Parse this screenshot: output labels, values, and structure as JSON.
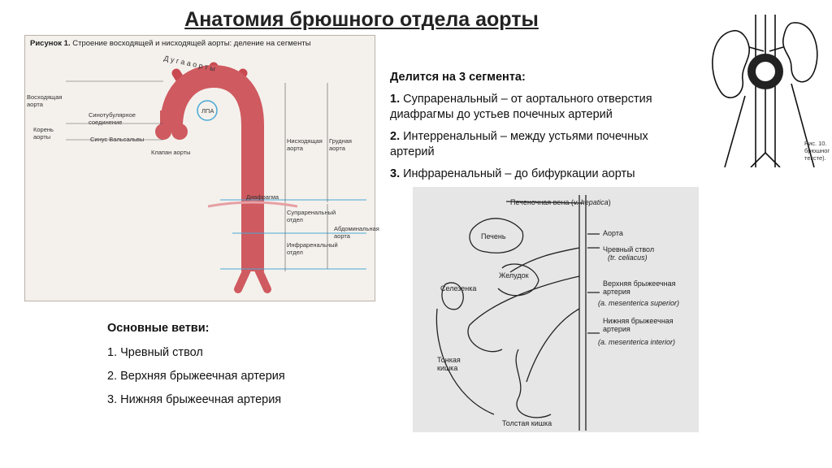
{
  "title": "Анатомия брюшного отдела аорты",
  "figure1": {
    "caption_bold": "Рисунок 1.",
    "caption_rest": " Строение восходящей и нисходящей аорты: деление на сегменты",
    "arch_label": "Д у г а   а о р т ы",
    "pla": "ЛПА",
    "labels": {
      "ascending": "Восходящая аорта",
      "sinotubular": "Синотубулярное соединение",
      "root": "Корень аорты",
      "valsalva": "Синус Вальсальвы",
      "valve": "Клапан аорты",
      "descending": "Нисходящая аорта",
      "thoracic": "Грудная аорта",
      "diaphragm": "Диафрагма",
      "suprarenal": "Супраренальный отдел",
      "abdominal": "Абдоминальная аорта",
      "infrarenal": "Инфраренальный отдел"
    }
  },
  "segments": {
    "heading": "Делится на 3 сегмента:",
    "items": [
      {
        "num": "1.",
        "text": " Супраренальный – от аортального отверстия диафрагмы до устьев почечных артерий"
      },
      {
        "num": "2.",
        "text": " Интерренальный – между устьями почечных артерий"
      },
      {
        "num": "3.",
        "text": " Инфраренальный – до бифуркации аорты"
      }
    ]
  },
  "branches": {
    "heading": "Основные ветви:",
    "items": [
      "1. Чревный ствол",
      "2. Верхняя брыжеечная артерия",
      "3. Нижняя брыжеечная артерия"
    ]
  },
  "kidney_figure": {
    "caption": "Рис. 10. брюшног тексте)."
  },
  "figure2": {
    "hepatic_vein": "Печеночная вена (",
    "hepatic_vein_latin": "v. hepatica",
    "hepatic_vein_close": ")",
    "liver": "Печень",
    "aorta": "Аорта",
    "celiac": "Чревный ствол",
    "celiac_latin": "(tr. celiacus)",
    "stomach": "Желудок",
    "spleen": "Селезенка",
    "sma": "Верхняя брыжеечная артерия",
    "sma_latin": "(a. mesenterica superior)",
    "ima": "Нижняя брыжеечная артерия",
    "ima_latin": "(a. mesenterica interior)",
    "small_intestine": "Тонкая кишка",
    "large_intestine": "Толстая кишка"
  }
}
